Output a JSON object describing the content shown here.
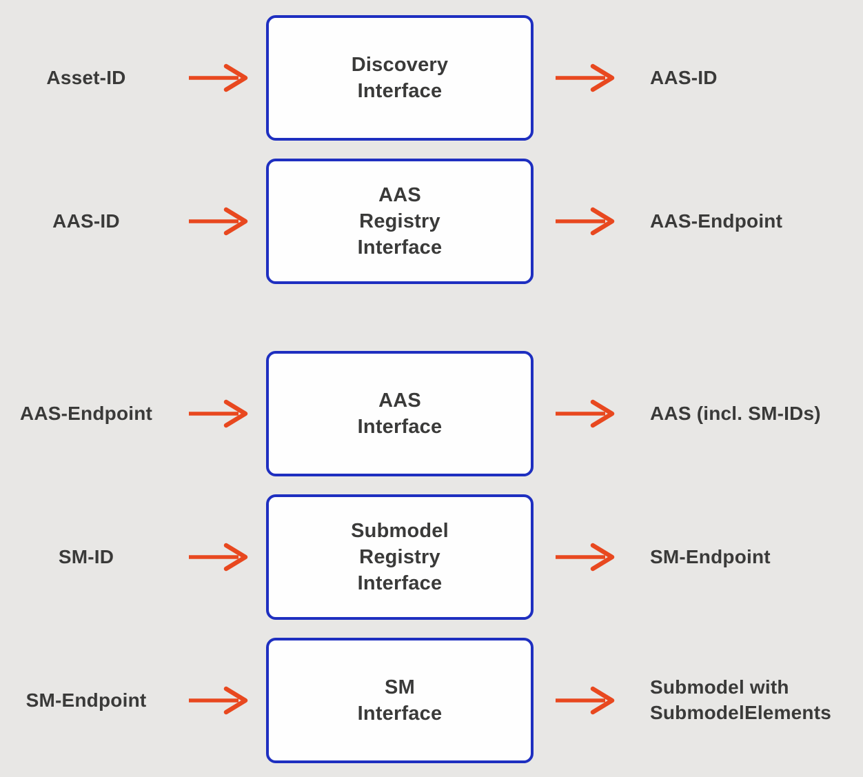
{
  "diagram": {
    "background_color": "#e8e7e5",
    "box_border_color": "#1e2fc0",
    "box_fill_color": "#fefefe",
    "arrow_color": "#e8481f",
    "text_color": "#3a3a39",
    "arrow_icon": "right-arrow",
    "rows": [
      {
        "input": "Asset-ID",
        "box": "Discovery\nInterface",
        "output": "AAS-ID"
      },
      {
        "input": "AAS-ID",
        "box": "AAS\nRegistry\nInterface",
        "output": "AAS-Endpoint"
      },
      {
        "input": "AAS-Endpoint",
        "box": "AAS\nInterface",
        "output": "AAS (incl. SM-IDs)"
      },
      {
        "input": "SM-ID",
        "box": "Submodel\nRegistry\nInterface",
        "output": "SM-Endpoint"
      },
      {
        "input": "SM-Endpoint",
        "box": "SM\nInterface",
        "output": "Submodel with\nSubmodelElements"
      }
    ]
  }
}
